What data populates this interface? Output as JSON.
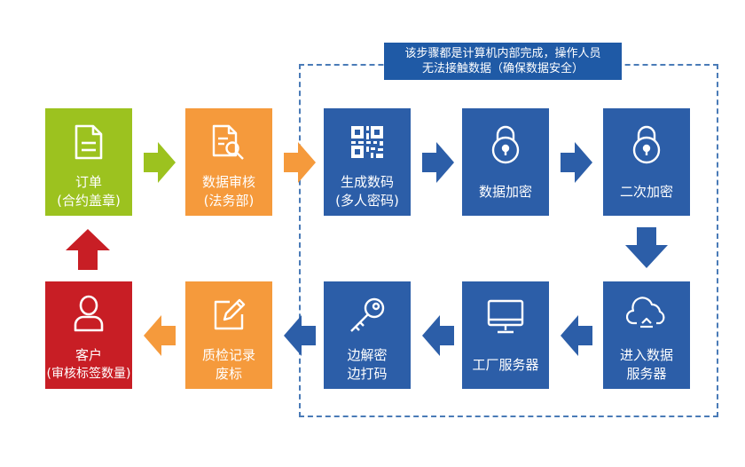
{
  "note": {
    "line1": "该步骤都是计算机内部完成，操作人员",
    "line2": "无法接触数据（确保数据安全）"
  },
  "steps": {
    "order": {
      "line1": "订单",
      "line2": "(合约盖章)",
      "icon": "document-icon",
      "color": "#9cc21f"
    },
    "review": {
      "line1": "数据审核",
      "line2": "(法务部)",
      "icon": "document-search-icon",
      "color": "#f59a3c"
    },
    "generate": {
      "line1": "生成数码",
      "line2": "(多人密码)",
      "icon": "qr-code-icon",
      "color": "#2c5ea8"
    },
    "encrypt": {
      "line1": "数据加密",
      "icon": "lock-icon",
      "color": "#2c5ea8"
    },
    "encrypt2": {
      "line1": "二次加密",
      "icon": "lock-icon",
      "color": "#2c5ea8"
    },
    "dataserver": {
      "line1": "进入数据",
      "line2": "服务器",
      "icon": "cloud-upload-icon",
      "color": "#2c5ea8"
    },
    "factory": {
      "line1": "工厂服务器",
      "icon": "monitor-icon",
      "color": "#2c5ea8"
    },
    "decrypt": {
      "line1": "边解密",
      "line2": "边打码",
      "icon": "key-icon",
      "color": "#2c5ea8"
    },
    "qc": {
      "line1": "质检记录",
      "line2": "废标",
      "icon": "edit-icon",
      "color": "#f59a3c"
    },
    "customer": {
      "line1": "客户",
      "line2": "(审核标签数量)",
      "icon": "user-icon",
      "color": "#c81e25"
    }
  }
}
